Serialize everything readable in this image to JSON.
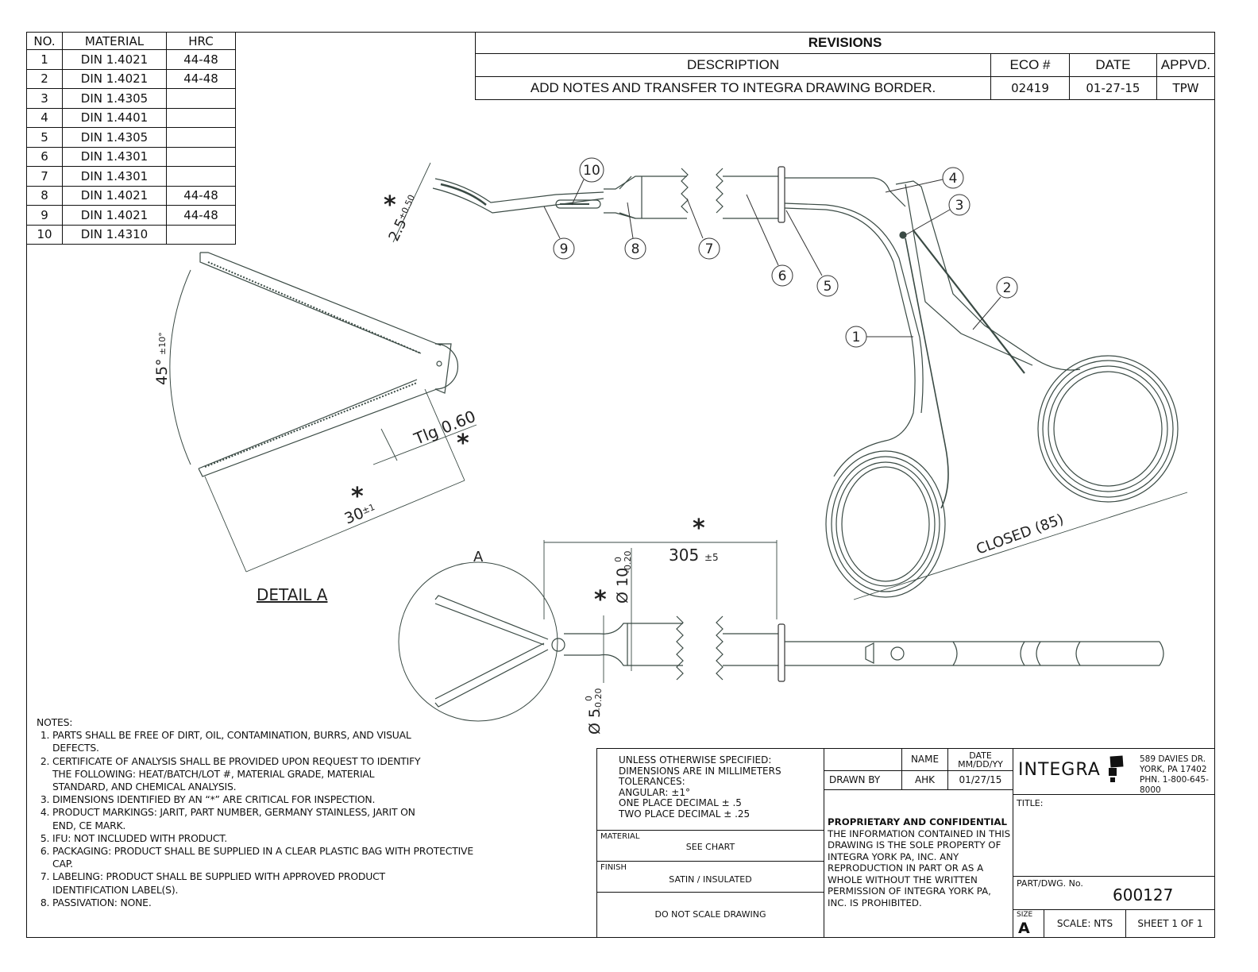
{
  "materials_table": {
    "headers": [
      "NO.",
      "MATERIAL",
      "HRC"
    ],
    "rows": [
      {
        "no": "1",
        "material": "DIN 1.4021",
        "hrc": "44-48"
      },
      {
        "no": "2",
        "material": "DIN 1.4021",
        "hrc": "44-48"
      },
      {
        "no": "3",
        "material": "DIN 1.4305",
        "hrc": ""
      },
      {
        "no": "4",
        "material": "DIN 1.4401",
        "hrc": ""
      },
      {
        "no": "5",
        "material": "DIN 1.4305",
        "hrc": ""
      },
      {
        "no": "6",
        "material": "DIN 1.4301",
        "hrc": ""
      },
      {
        "no": "7",
        "material": "DIN 1.4301",
        "hrc": ""
      },
      {
        "no": "8",
        "material": "DIN 1.4021",
        "hrc": "44-48"
      },
      {
        "no": "9",
        "material": "DIN 1.4021",
        "hrc": "44-48"
      },
      {
        "no": "10",
        "material": "DIN 1.4310",
        "hrc": ""
      }
    ]
  },
  "revisions": {
    "title": "REVISIONS",
    "headers": {
      "description": "DESCRIPTION",
      "eco": "ECO #",
      "date": "DATE",
      "approved": "APPVD."
    },
    "rows": [
      {
        "description": "ADD NOTES AND TRANSFER TO INTEGRA DRAWING BORDER.",
        "eco": "02419",
        "date": "01-27-15",
        "approved": "TPW"
      }
    ]
  },
  "drawing": {
    "balloons": [
      "1",
      "2",
      "3",
      "4",
      "5",
      "6",
      "7",
      "8",
      "9",
      "10"
    ],
    "critical_mark": "*",
    "dimensions": {
      "tip_width": "2.5",
      "tip_width_tol": "±0.50",
      "jaw_angle": "45°",
      "jaw_angle_tol": "±10°",
      "tooth_pitch": "Tlg 0.60",
      "jaw_length": "30",
      "jaw_length_tol": "±1",
      "shaft_length": "305",
      "shaft_length_tol": "±5",
      "shaft_dia": "Ø 10",
      "shaft_dia_tol_upper": "0",
      "shaft_dia_tol_lower": "-0.20",
      "neck_dia": "Ø 5",
      "neck_dia_tol_upper": "0",
      "neck_dia_tol_lower": "-0.20",
      "closed_length": "CLOSED (85)"
    },
    "detail_label": "DETAIL A",
    "detail_callout": "A"
  },
  "notes": {
    "title": "NOTES:",
    "items": [
      "PARTS SHALL BE FREE OF DIRT, OIL, CONTAMINATION, BURRS, AND VISUAL DEFECTS.",
      "CERTIFICATE OF ANALYSIS SHALL BE PROVIDED UPON REQUEST TO IDENTIFY THE FOLLOWING: HEAT/BATCH/LOT #, MATERIAL GRADE, MATERIAL STANDARD, AND CHEMICAL ANALYSIS.",
      "DIMENSIONS IDENTIFIED BY AN “*” ARE CRITICAL FOR INSPECTION.",
      "PRODUCT MARKINGS: JARIT, PART NUMBER, GERMANY STAINLESS, JARIT ON END, CE MARK.",
      "IFU: NOT INCLUDED WITH PRODUCT.",
      "PACKAGING: PRODUCT SHALL BE SUPPLIED IN A CLEAR PLASTIC BAG WITH PROTECTIVE CAP.",
      "LABELING: PRODUCT SHALL BE SUPPLIED WITH APPROVED PRODUCT IDENTIFICATION LABEL(S).",
      "PASSIVATION: NONE."
    ]
  },
  "title_block": {
    "tolerances": [
      "UNLESS OTHERWISE SPECIFIED:",
      "DIMENSIONS ARE IN MILLIMETERS",
      "TOLERANCES:",
      "ANGULAR: ±1°",
      "ONE PLACE DECIMAL ± .5",
      "TWO PLACE DECIMAL ± .25"
    ],
    "material_label": "MATERIAL",
    "material_value": "SEE CHART",
    "finish_label": "FINISH",
    "finish_value": "SATIN / INSULATED",
    "do_not_scale": "DO NOT SCALE DRAWING",
    "name_header": "NAME",
    "date_header": "DATE",
    "date_format": "MM/DD/YY",
    "drawn_by_label": "DRAWN BY",
    "drawn_by_name": "AHK",
    "drawn_by_date": "01/27/15",
    "proprietary_title": "PROPRIETARY AND CONFIDENTIAL",
    "proprietary_text": "THE INFORMATION CONTAINED IN THIS DRAWING IS THE SOLE PROPERTY OF INTEGRA YORK PA, INC.  ANY REPRODUCTION IN PART OR AS A WHOLE WITHOUT THE WRITTEN PERMISSION OF INTEGRA YORK PA, INC. IS PROHIBITED.",
    "company_logo": "INTEGRA",
    "address": [
      "589 DAVIES DR.",
      "YORK, PA 17402",
      "PHN. 1-800-645-8000"
    ],
    "title_label": "TITLE:",
    "part_label": "PART/DWG. No.",
    "part_number": "600127",
    "size_label": "SIZE",
    "size_value": "A",
    "scale": "SCALE: NTS",
    "sheet": "SHEET 1 OF 1"
  }
}
